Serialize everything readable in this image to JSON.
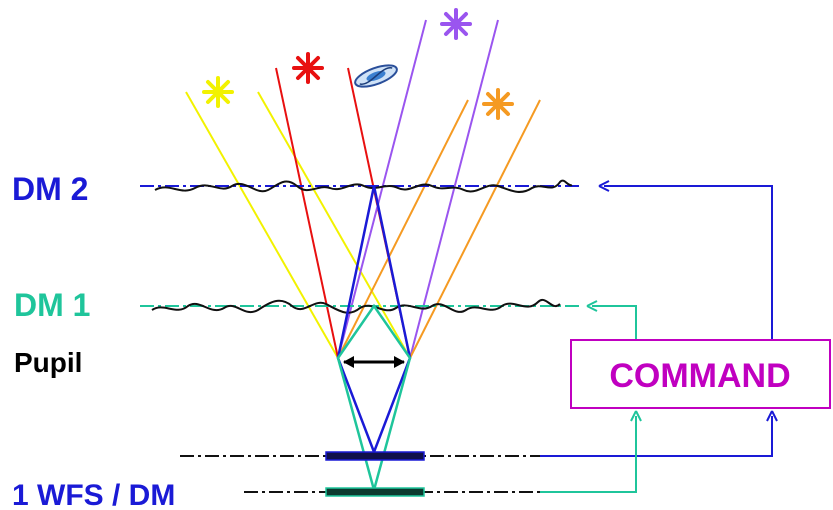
{
  "labels": {
    "dm2": "DM 2",
    "dm1": "DM 1",
    "pupil": "Pupil",
    "wfs": "1 WFS / DM",
    "command": "COMMAND"
  },
  "colors": {
    "dm2": "#1a1ad6",
    "dm1": "#1fc59b",
    "command": "#c000c0",
    "yellow_star": "#f2f200",
    "red_star": "#e81010",
    "purple_star": "#9a55ef",
    "orange_star": "#f59a22",
    "galaxy": "#3a7fd0",
    "wavefront": "#111111"
  },
  "icons": [
    "yellow-star-icon",
    "red-star-icon",
    "galaxy-icon",
    "purple-star-icon",
    "orange-star-icon"
  ]
}
